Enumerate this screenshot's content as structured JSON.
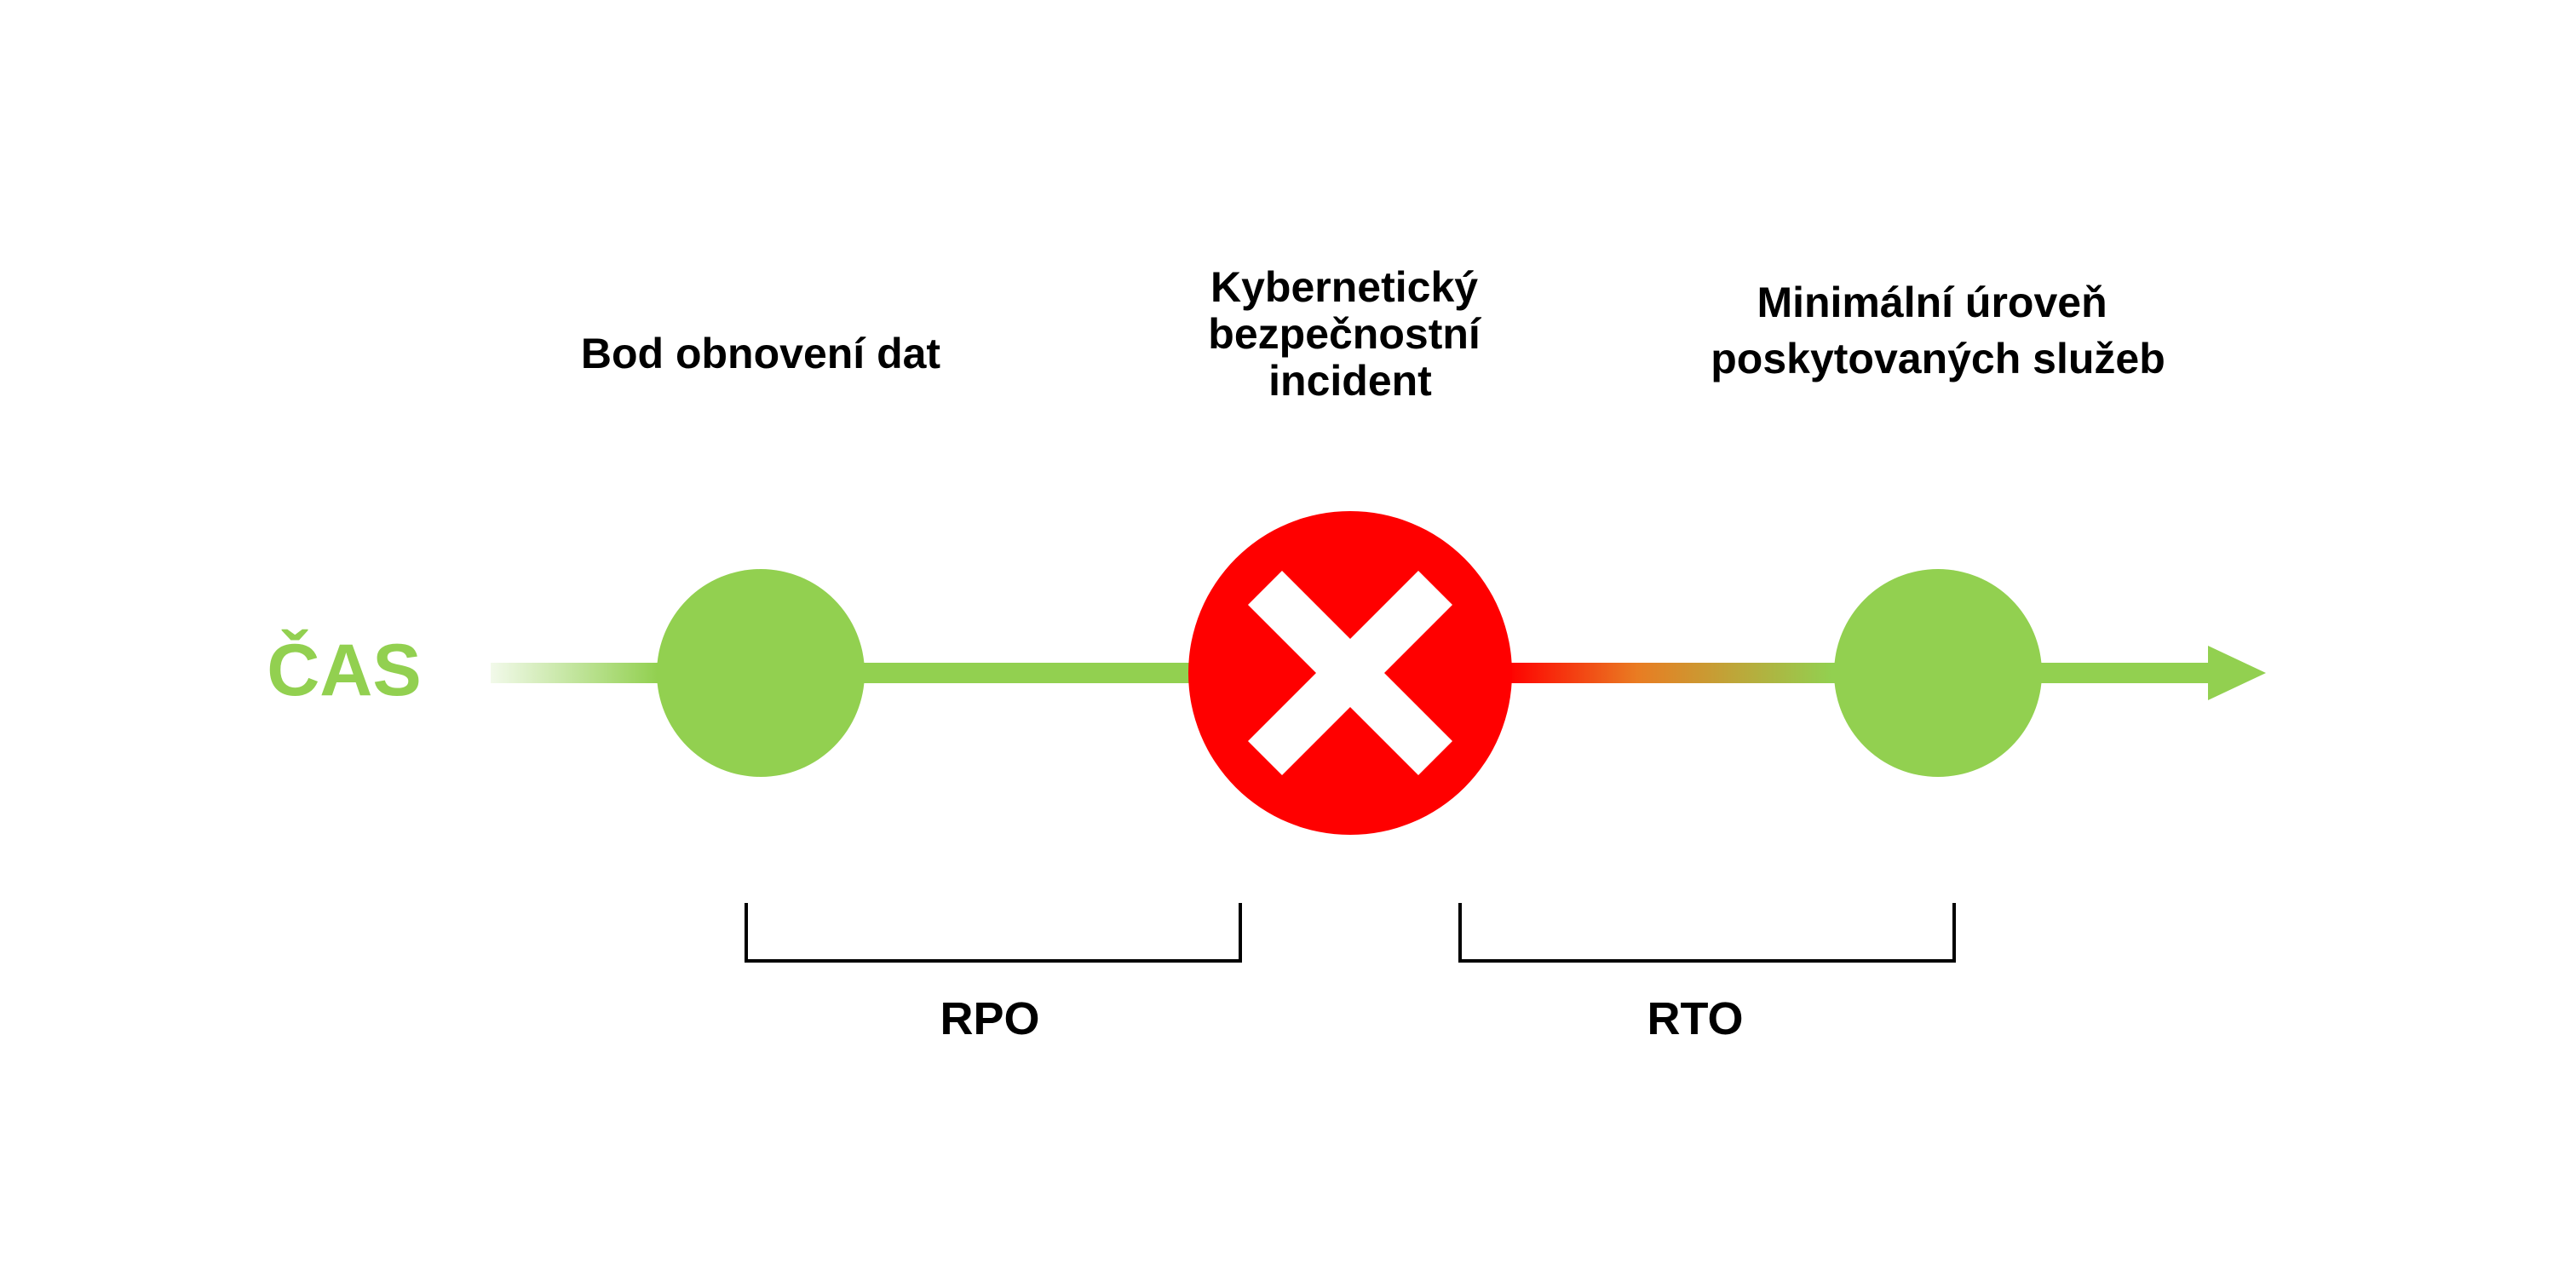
{
  "axis": {
    "label": "ČAS"
  },
  "nodes": [
    {
      "id": "recovery-point",
      "lines": [
        "Bod obnovení dat"
      ],
      "status": "ok"
    },
    {
      "id": "incident",
      "lines": [
        "Kybernetický",
        "bezpečnostní",
        "incident"
      ],
      "status": "failure"
    },
    {
      "id": "minimum-service",
      "lines": [
        "Minimální úroveň",
        "poskytovaných služeb"
      ],
      "status": "ok"
    }
  ],
  "brackets": {
    "rpo": {
      "label": "RPO"
    },
    "rto": {
      "label": "RTO"
    }
  },
  "colors": {
    "green": "#92d050",
    "red": "#ff0000",
    "orange": "#e97c22",
    "bracket": "#000000",
    "text": "#000000",
    "background": "#ffffff",
    "cross": "#ffffff"
  }
}
